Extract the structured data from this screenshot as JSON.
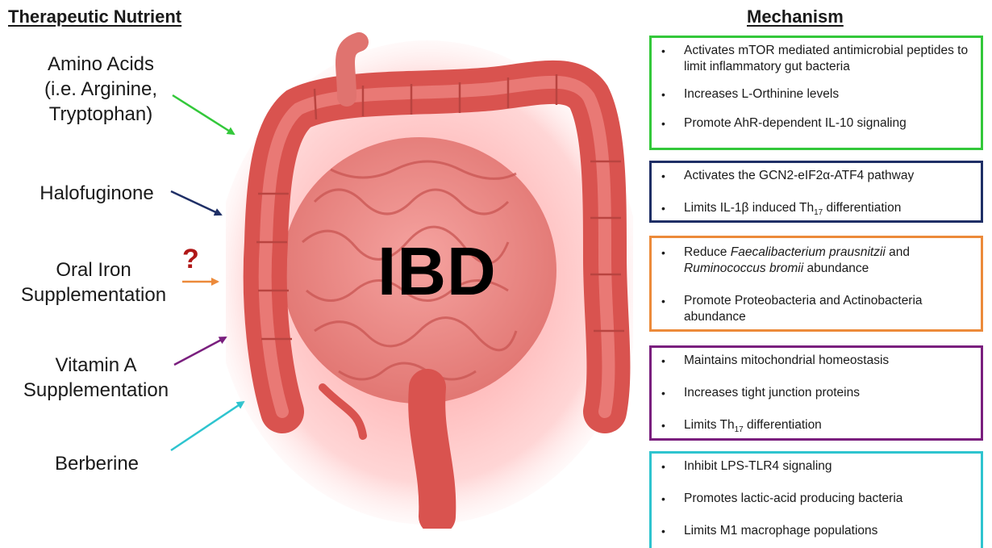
{
  "headings": {
    "left": "Therapeutic Nutrient",
    "right": "Mechanism"
  },
  "center_label": "IBD",
  "question_mark": "?",
  "nutrients": [
    {
      "lines": [
        "Amino Acids",
        "(i.e. Arginine,",
        "Tryptophan)"
      ],
      "color": "#33c83a"
    },
    {
      "lines": [
        "Halofuginone"
      ],
      "color": "#1f2f66"
    },
    {
      "lines": [
        "Oral Iron",
        "Supplementation"
      ],
      "color": "#ec8a3a"
    },
    {
      "lines": [
        "Vitamin A",
        "Supplementation"
      ],
      "color": "#7a1f7e"
    },
    {
      "lines": [
        "Berberine"
      ],
      "color": "#2ec4cf"
    }
  ],
  "mechanisms": [
    {
      "color": "#33c83a",
      "items": [
        "Activates mTOR mediated antimicrobial peptides to limit inflammatory gut bacteria",
        "Increases L-Orthinine levels",
        "Promote AhR-dependent IL-10 signaling"
      ]
    },
    {
      "color": "#1f2f66",
      "items": [
        "Activates the GCN2-eIF2α-ATF4 pathway",
        "Limits IL-1β induced Th17 differentiation"
      ]
    },
    {
      "color": "#ec8a3a",
      "items": [
        "Reduce Faecalibacterium prausnitzii and Ruminococcus bromii abundance",
        "Promote Proteobacteria and Actinobacteria abundance"
      ]
    },
    {
      "color": "#7a1f7e",
      "items": [
        "Maintains mitochondrial homeostasis",
        "Increases tight junction proteins",
        "Limits Th17 differentiation"
      ]
    },
    {
      "color": "#2ec4cf",
      "items": [
        "Inhibit LPS-TLR4 signaling",
        "Promotes lactic-acid producing bacteria",
        "Limits M1 macrophage populations"
      ]
    }
  ]
}
